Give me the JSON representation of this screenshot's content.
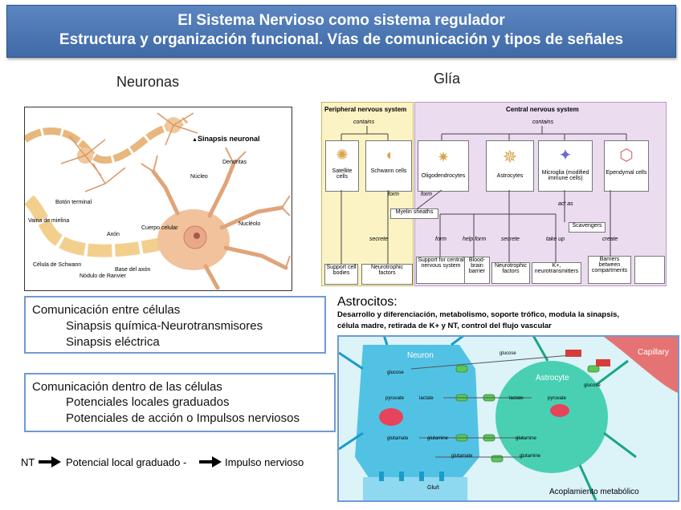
{
  "title": {
    "line1": "El Sistema Nervioso como sistema regulador",
    "line2": "Estructura y organización funcional.  Vías de comunicación y tipos de señales"
  },
  "neuronas": {
    "heading": "Neuronas",
    "labels": {
      "sinapsis": "Sinapsis neuronal",
      "dendritas": "Dendritas",
      "nucleo": "Núcleo",
      "boton": "Botón terminal",
      "nucleolo": "Nucléolo",
      "vaina": "Vaina de mielina",
      "axon": "Axón",
      "cuerpo": "Cuerpo celular",
      "celula_schwann": "Célula de Schwann",
      "nodulo": "Nódulo de Ranvier",
      "base_axon": "Base del axón"
    }
  },
  "glia": {
    "heading": "Glía",
    "pns": "Peripheral nervous system",
    "cns": "Central nervous system",
    "contains": "contains",
    "cells": [
      "Satellite cells",
      "Schwann cells",
      "Oligodendrocytes",
      "Astrocytes",
      "Microglia (modified immune cells)",
      "Ependymal cells"
    ],
    "form": "form",
    "secrete": "secrete",
    "help_form": "help form",
    "take_up": "take up",
    "act_as": "act as",
    "create": "create",
    "myelin": "Myelin sheaths",
    "scavengers": "Scavengers",
    "outcomes": [
      "Support cell bodies",
      "Neurotrophic factors",
      "Support for central nervous system",
      "Blood-brain barrier",
      "Neurotrophic factors",
      "K+, neurotransmitters",
      "Barriers between compartments"
    ]
  },
  "comunicacion_entre": {
    "title": "Comunicación entre células",
    "items": [
      "Sinapsis química-Neurotransmisores",
      "Sinapsis eléctrica"
    ]
  },
  "comunicacion_dentro": {
    "title": "Comunicación dentro de las células",
    "items": [
      "Potenciales locales graduados",
      "Potenciales de acción o Impulsos nerviosos"
    ]
  },
  "flow": {
    "nt": "NT",
    "middle": "Potencial local graduado -",
    "end": "Impulso nervioso"
  },
  "astrocitos": {
    "heading": "Astrocitos:",
    "desc1": "Desarrollo y diferenciación, metabolismo, soporte trófico, modula la sinapsis,",
    "desc2": "célula madre, retirada de K+ y NT, control del flujo vascular",
    "neuron": "Neuron",
    "astrocyte": "Astrocyte",
    "capillary": "Capillary",
    "glucose": "glucose",
    "lactate": "lactate",
    "pyruvate": "pyruvate",
    "glutamate": "glutamate",
    "glutamine": "glutamine",
    "glut": "Glu/t",
    "acoplamiento": "Acoplamiento metabólico"
  },
  "colors": {
    "banner": "#4a76b4",
    "box_border": "#6f9ad4",
    "pns_bg": "#fbf3c4",
    "cns_bg": "#ecdcf0",
    "neuron_cyan": "#39b8e0",
    "astro_green": "#2fc9a6",
    "capillary": "#e85c5c"
  }
}
